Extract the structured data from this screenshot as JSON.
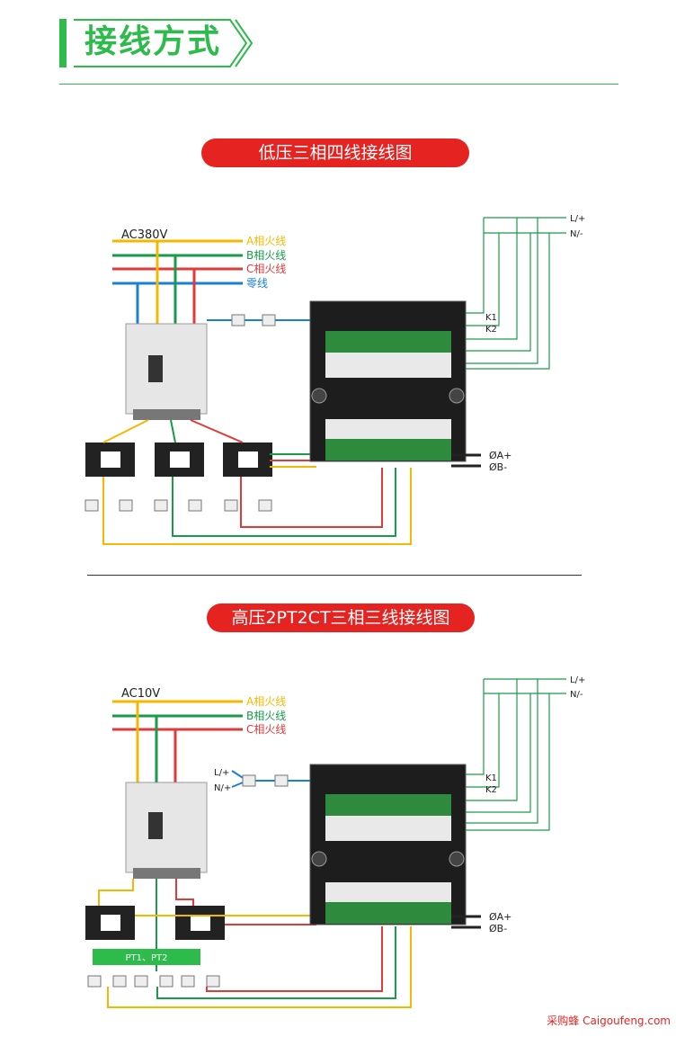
{
  "header": {
    "title": "接线方式"
  },
  "diagram1": {
    "title": "低压三相四线接线图",
    "voltage": "AC380V",
    "lines": [
      {
        "label": "A相火线",
        "color": "#f5b800"
      },
      {
        "label": "B相火线",
        "color": "#1a9a4a"
      },
      {
        "label": "C相火线",
        "color": "#e03a3a"
      },
      {
        "label": "零线",
        "color": "#1a7fd6"
      }
    ]
  },
  "diagram2": {
    "title": "高压2PT2CT三相三线接线图",
    "voltage": "AC10V",
    "lines": [
      {
        "label": "A相火线",
        "color": "#f5b800"
      },
      {
        "label": "B相火线",
        "color": "#1a9a4a"
      },
      {
        "label": "C相火线",
        "color": "#e03a3a"
      }
    ],
    "aux_l": "L/+",
    "aux_n": "N/+",
    "pt_label": "PT1、PT2"
  },
  "terminals": {
    "power_l": "L/+",
    "power_n": "N/-",
    "k1": "K1",
    "k2": "K2",
    "rs485_a": "ØA+",
    "rs485_b": "ØB-"
  },
  "watermark": "采购蜂 Caigoufeng.com"
}
